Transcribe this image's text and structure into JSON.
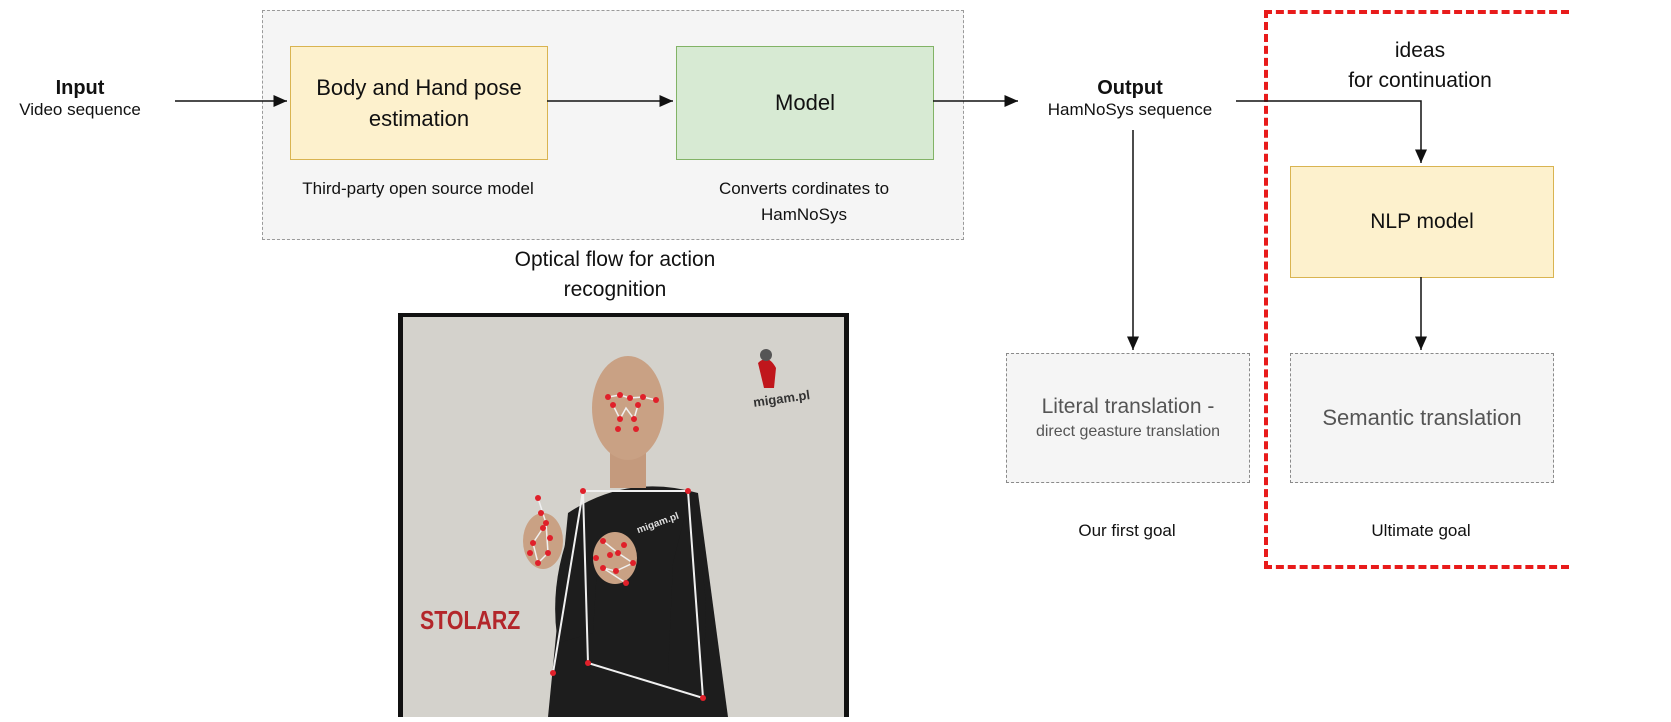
{
  "input": {
    "title": "Input",
    "subtitle": "Video sequence"
  },
  "pipeline": {
    "pose_box": "Body and Hand pose estimation",
    "pose_caption": "Third-party open source model",
    "model_box": "Model",
    "model_caption": "Converts cordinates to HamNoSys",
    "optical_flow": "Optical flow for action recognition"
  },
  "output": {
    "title": "Output",
    "subtitle": "HamNoSys sequence"
  },
  "literal": {
    "line1": "Literal translation -",
    "line2": "direct geasture translation",
    "caption": "Our first goal"
  },
  "continuation": {
    "label": "ideas\nfor continuation",
    "nlp_box": "NLP model",
    "semantic_box": "Semantic translation",
    "caption": "Ultimate goal"
  },
  "video_frame": {
    "word": "STOLARZ",
    "logo": "migam.pl",
    "shirt_logo": "migam.pl"
  },
  "colors": {
    "yellow_fill": "#fdf1cd",
    "green_fill": "#d7ead3",
    "red_dash": "#e81b1b",
    "keypoint": "#e0202a"
  }
}
